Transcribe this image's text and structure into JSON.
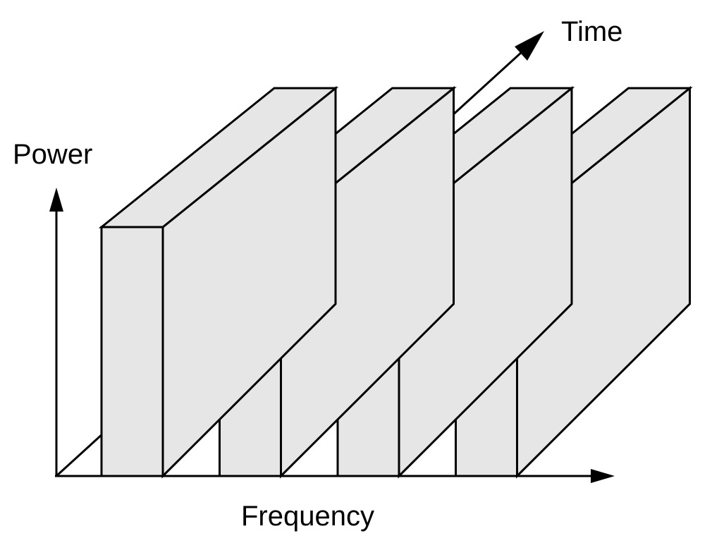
{
  "axes": {
    "power_label": "Power",
    "frequency_label": "Frequency",
    "time_label": "Time"
  },
  "colors": {
    "slab_fill": "#e6e6e6",
    "stroke": "#000000",
    "background": "#ffffff"
  },
  "slab_count": 4
}
